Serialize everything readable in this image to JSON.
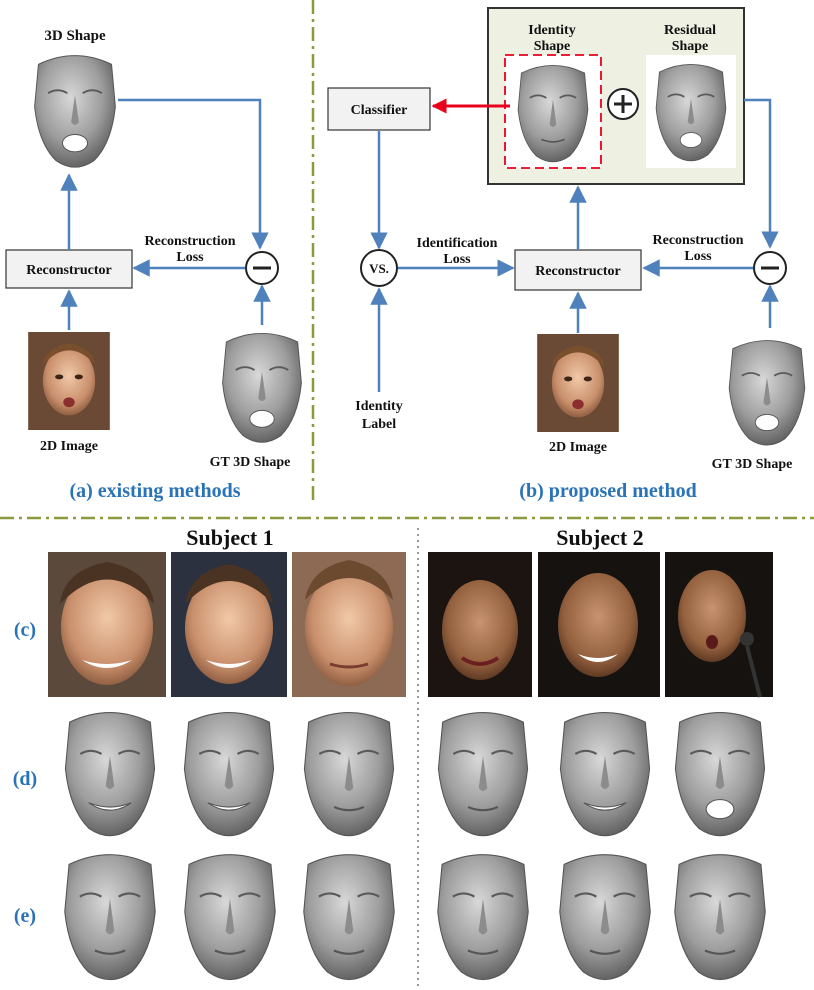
{
  "panel_a": {
    "shape_label": "3D Shape",
    "reconstructor": "Reconstructor",
    "loss_line1": "Reconstruction",
    "loss_line2": "Loss",
    "image_label": "2D Image",
    "gt_label": "GT 3D Shape",
    "caption": "(a) existing methods"
  },
  "panel_b": {
    "identity_line1": "Identity",
    "identity_line2": "Shape",
    "residual_line1": "Residual",
    "residual_line2": "Shape",
    "classifier": "Classifier",
    "vs": "VS.",
    "id_loss_line1": "Identification",
    "id_loss_line2": "Loss",
    "reconstructor": "Reconstructor",
    "rec_loss_line1": "Reconstruction",
    "rec_loss_line2": "Loss",
    "label_line1": "Identity",
    "label_line2": "Label",
    "image_label": "2D Image",
    "gt_label": "GT 3D Shape",
    "caption": "(b) proposed method"
  },
  "bottom": {
    "subject1": "Subject 1",
    "subject2": "Subject 2",
    "row_c": "(c)",
    "row_d": "(d)",
    "row_e": "(e)"
  },
  "colors": {
    "arrow": "#4f81bd",
    "caption": "#2a73b8",
    "divider": "#8a9a3c",
    "highlight": "#e8001c"
  },
  "icons": [
    "face-mesh",
    "face-photo",
    "minus-circle",
    "plus-circle"
  ]
}
